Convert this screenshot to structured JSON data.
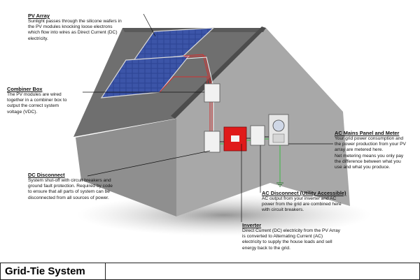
{
  "callouts": {
    "pv_array": {
      "title": "PV Array",
      "lines": [
        "Sunlight passes through the silicone wafers in",
        "the PV modules knocking loose electrons",
        "which flow into wires as Direct Current (DC)",
        "electricity."
      ]
    },
    "combiner_box": {
      "title": "Combiner Box",
      "lines": [
        "The PV modules are wired",
        "together in a combiner box to",
        "output the correct system",
        "voltage (VDC)."
      ]
    },
    "dc_disconnect": {
      "title": "DC Disconnect",
      "lines": [
        "System shut-off with circuit breakers and",
        "ground fault protection.  Required by code",
        "to ensure that all parts of system can be",
        "disconnected from all sources of power."
      ]
    },
    "ac_mains": {
      "title": "AC Mains Panel and Meter",
      "lines": [
        "Your grid power consumption and",
        "the power production from your PV",
        "array are metered here.",
        "Net metering means you only pay",
        "the difference between what you",
        "use and what you produce."
      ]
    },
    "ac_disconnect": {
      "title": "AC Disconnect (Utility Accessible)",
      "lines": [
        "AC output from your inverter and AC",
        "power from the grid are combined here",
        "with circuit breakers."
      ]
    },
    "inverter": {
      "title": "Inverter",
      "lines": [
        "Direct Current (DC) electricity from the PV Array",
        "is converted to Alternating Current (AC)",
        "electricity to supply the house loads and sell",
        "energy back to the grid."
      ]
    }
  },
  "footer": {
    "title": "Grid-Tie System"
  },
  "colors": {
    "wall": "#a9a9a9",
    "wall_dark": "#8d8d8d",
    "roof": "#7c7c7c",
    "panel": "#2b3f8c",
    "inverter": "#e01a1a",
    "wire_red": "#d22a2a",
    "ground_wire": "#3db843"
  }
}
